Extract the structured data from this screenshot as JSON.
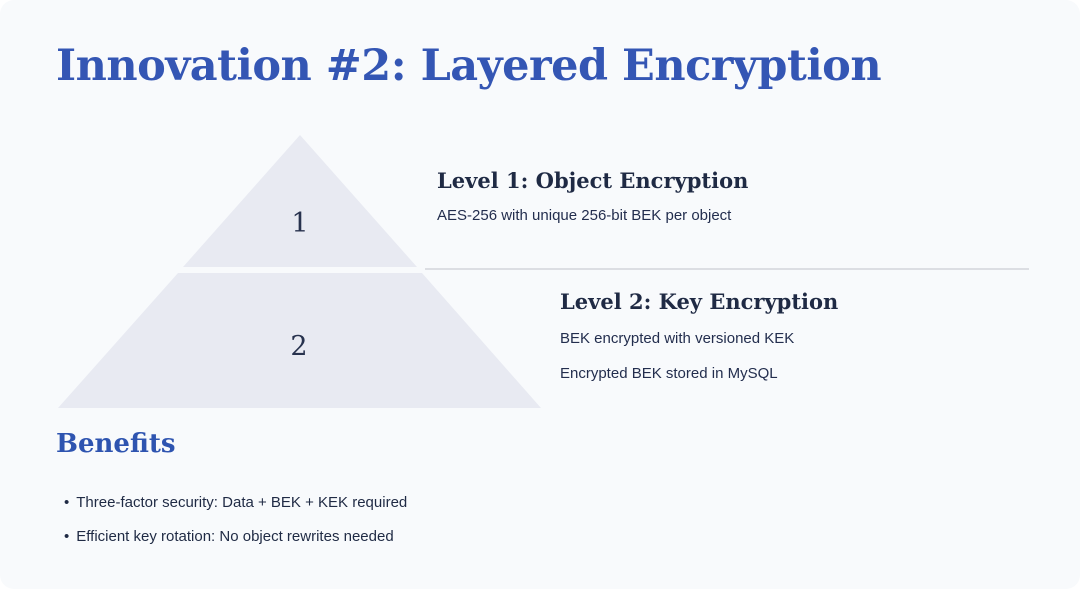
{
  "slide": {
    "title": "Innovation #2: Layered Encryption"
  },
  "pyramid": {
    "levels": [
      {
        "number": "1"
      },
      {
        "number": "2"
      }
    ]
  },
  "levels": [
    {
      "heading": "Level 1: Object Encryption",
      "details": [
        "AES-256 with unique 256-bit BEK per object"
      ]
    },
    {
      "heading": "Level 2: Key Encryption",
      "details": [
        "BEK encrypted with versioned KEK",
        "Encrypted BEK stored in MySQL"
      ]
    }
  ],
  "benefits": {
    "heading": "Benefits",
    "bullet_glyph": "•",
    "items": [
      "Three-factor security: Data + BEK + KEK required",
      "Efficient key rotation: No object rewrites needed"
    ]
  },
  "colors": {
    "accent_blue": "#3456b4",
    "benefits_blue": "#2e54b0",
    "heading_navy": "#1f2a44",
    "body_navy": "#232e4e",
    "pyramid_fill": "#e8eaf2",
    "card_background": "#f8fafc",
    "page_background": "#ffffff",
    "divider": "#dcdee3"
  }
}
